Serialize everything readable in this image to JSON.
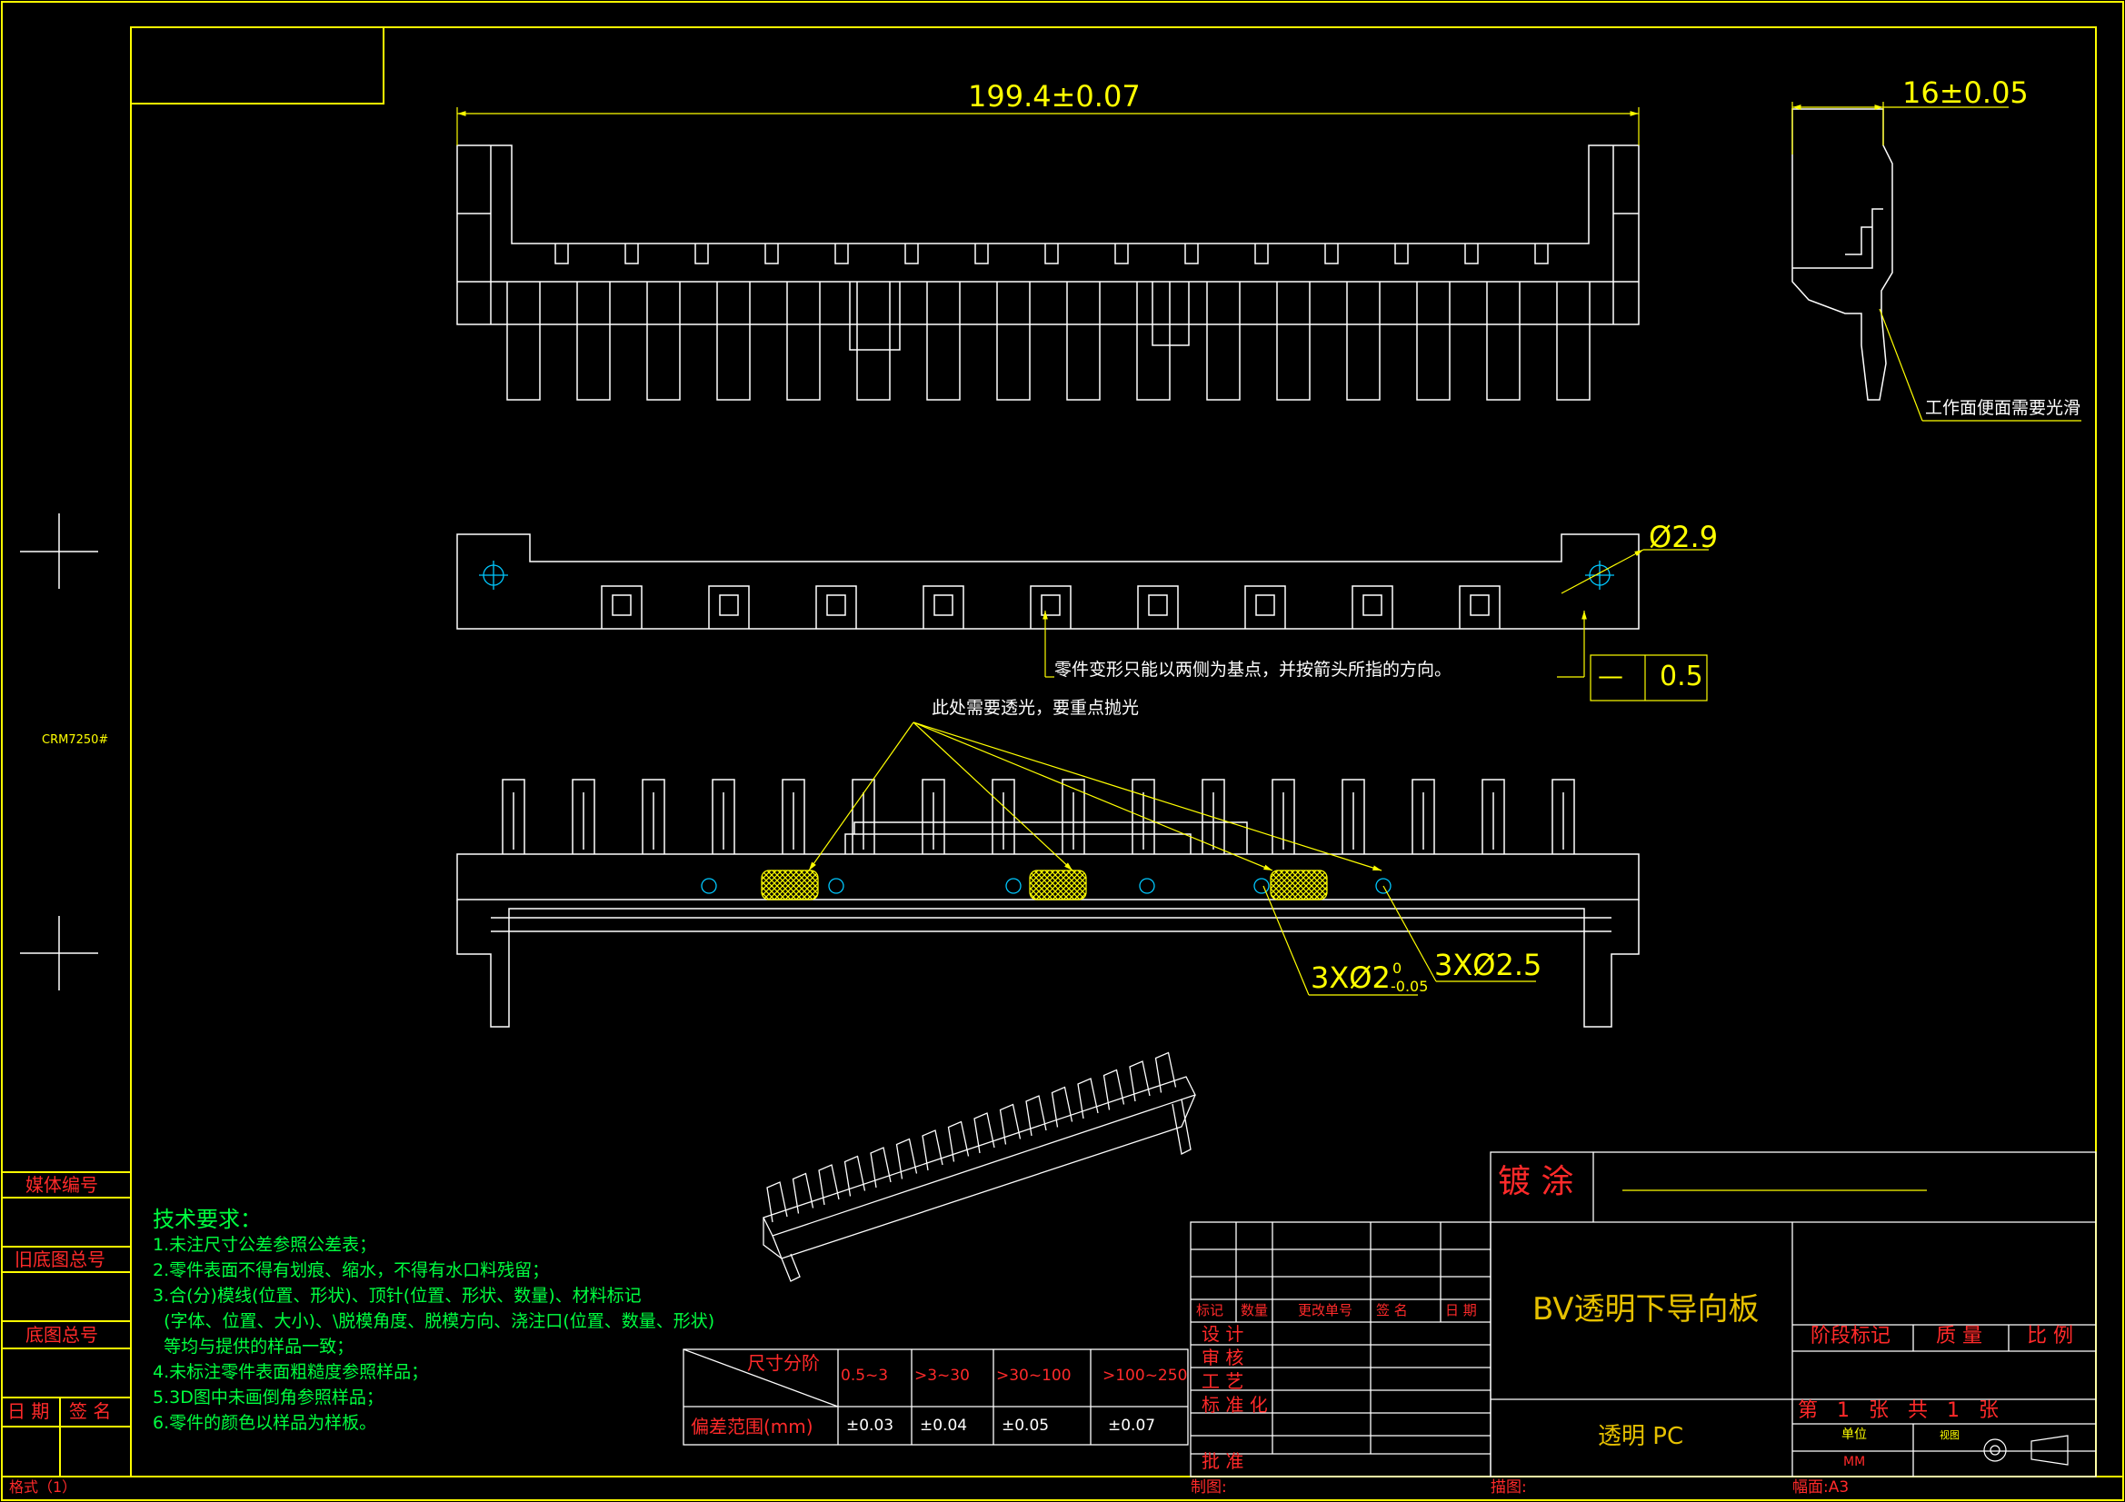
{
  "drawing": {
    "dim_length": "199.4±0.07",
    "dim_width": "16±0.05",
    "dim_hole": "Ø2.9",
    "tolerance_symbol": "—",
    "tolerance_value": "0.5",
    "dim_holes_a": "3XØ2",
    "dim_holes_a_tol_upper": "0",
    "dim_holes_a_tol_lower": "-0.05",
    "dim_holes_b": "3XØ2.5",
    "note_side": "工作面便面需要光滑",
    "note_deform": "零件变形只能以两侧为基点，并按箭头所指的方向。",
    "note_polish": "此处需要透光，要重点抛光",
    "part_code": "CRM7250#"
  },
  "left_column": {
    "media_no": "媒体编号",
    "old_base_total": "旧底图总号",
    "base_total": "底图总号",
    "date": "日 期",
    "sign": "签 名",
    "format": "格式（1）"
  },
  "tech": {
    "title": "技术要求：",
    "items": [
      "1.未注尺寸公差参照公差表；",
      "2.零件表面不得有划痕、缩水，不得有水口料残留；",
      "3.合(分)模线(位置、形状)、顶针(位置、形状、数量)、材料标记",
      "  (字体、位置、大小)、\\脱模角度、脱模方向、浇注口(位置、数量、形状)",
      "  等均与提供的样品一致；",
      "4.未标注零件表面粗糙度参照样品；",
      "5.3D图中未画倒角参照样品；",
      "6.零件的颜色以样品为样板。"
    ]
  },
  "tolerance_table": {
    "row1_label": "尺寸分阶",
    "row2_label": "偏差范围(mm)",
    "ranges": [
      "0.5~3",
      ">3~30",
      ">30~100",
      ">100~250"
    ],
    "values": [
      "±0.03",
      "±0.04",
      "±0.05",
      "±0.07"
    ]
  },
  "title_block": {
    "plating": "镀 涂",
    "part_name_prefix": "BV",
    "part_name": "透明下导向板",
    "material_prefix": "透明",
    "material_suffix": "PC",
    "rev_headers": [
      "标记",
      "数量",
      "更改单号",
      "签 名",
      "日 期"
    ],
    "roles": [
      "设 计",
      "审 核",
      "工 艺",
      "标 准 化",
      "批 准"
    ],
    "stage": "阶段标记",
    "mass": "质 量",
    "scale": "比 例",
    "sheet": "第 1 张 共 1 张",
    "unit_label": "单位",
    "unit_value": "MM",
    "projection_label": "视图",
    "drawn": "制图:",
    "traced": "描图:",
    "paper": "幅面:A3"
  },
  "colors": {
    "background": "#000000",
    "frame": "#ffff00",
    "outline": "#ffffff",
    "title_red": "#ff2a2a",
    "notes_green": "#00ff40",
    "cyan_centers": "#00c8ff"
  }
}
